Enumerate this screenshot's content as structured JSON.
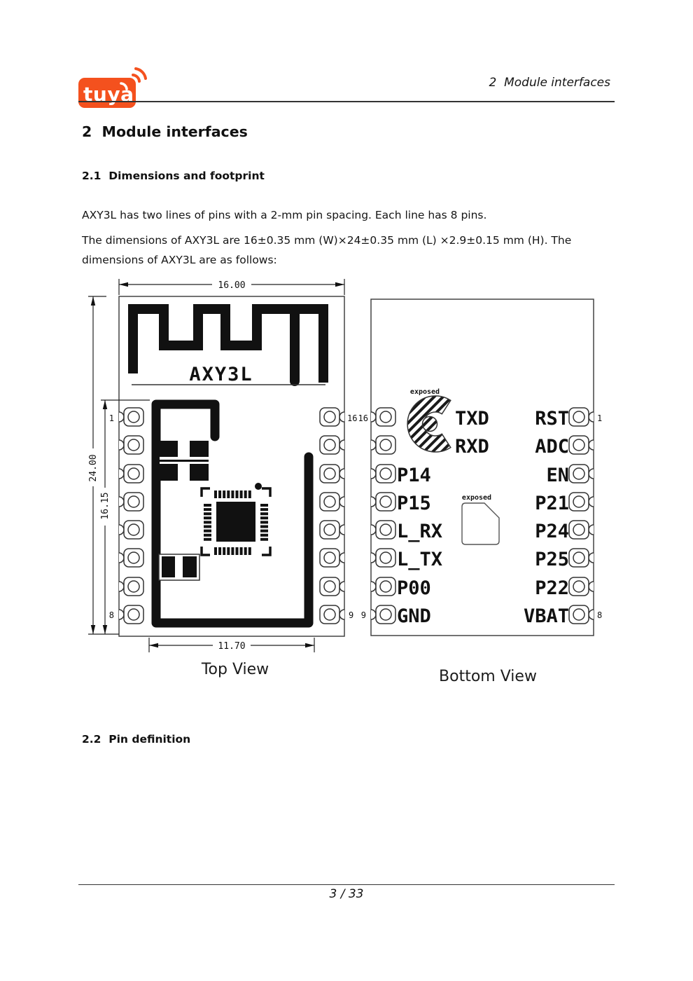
{
  "page": {
    "header": {
      "logo_text": "tuya",
      "section_label": "2  Module interfaces"
    },
    "headings": {
      "h1": "2  Module interfaces",
      "s21": "2.1  Dimensions and footprint",
      "s22": "2.2  Pin definition"
    },
    "paragraphs": {
      "p1": "AXY3L has two lines of pins with a 2-mm pin spacing. Each line has 8 pins.",
      "p2": "The dimensions of AXY3L are 16±0.35 mm (W)×24±0.35 mm (L) ×2.9±0.15 mm (H). The dimensions of AXY3L are as follows:"
    },
    "footer": {
      "page_number": "3 / 33"
    }
  },
  "diagram": {
    "top_view": {
      "caption": "Top View",
      "module_label": "AXY3L",
      "dims": {
        "width": "16.00",
        "height": "24.00",
        "pin_span": "16.15",
        "bottom_width": "11.70"
      },
      "pin_numbers": {
        "top_left": "1",
        "bottom_left": "8",
        "top_right": "16",
        "bottom_right": "9"
      }
    },
    "bottom_view": {
      "caption": "Bottom View",
      "exposed_label": "exposed",
      "pin_numbers": {
        "top_left": "16",
        "bottom_left": "9",
        "top_right": "1",
        "bottom_right": "8"
      },
      "left_pins": [
        "TXD",
        "RXD",
        "P14",
        "P15",
        "L_RX",
        "L_TX",
        "P00",
        "GND"
      ],
      "right_pins": [
        "RST",
        "ADC",
        "EN",
        "P21",
        "P24",
        "P25",
        "P22",
        "VBAT"
      ]
    },
    "colors": {
      "ink": "#111111",
      "outline": "#444444",
      "brand_orange": "#F4511E"
    }
  }
}
